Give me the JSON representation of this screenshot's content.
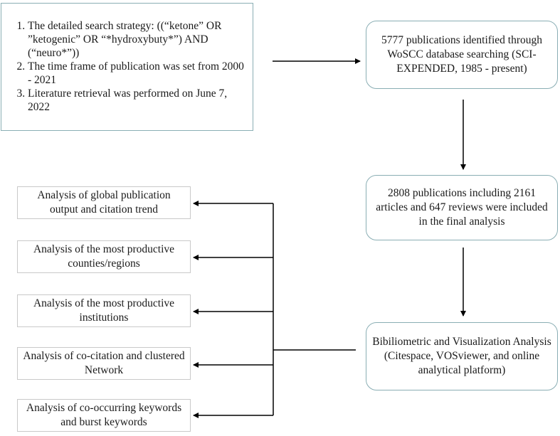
{
  "criteria": {
    "items": [
      "The detailed search strategy: ((“ketone” OR ”ketogenic” OR “*hydroxybuty*”) AND (“neuro*”))",
      "The time frame of publication was set from 2000 - 2021",
      "Literature retrieval was performed on June 7, 2022"
    ]
  },
  "flow": {
    "identified": "5777 publications identified through WoSCC database searching (SCI-EXPENDED, 1985 - present)",
    "included": "2808 publications including 2161 articles and 647 reviews were included in the final analysis",
    "analysis": "Bibiliometric and Visualization Analysis (Citespace, VOSviewer, and online analytical platform)"
  },
  "outputs": [
    "Analysis of global publication output and citation trend",
    "Analysis of the most productive counties/regions",
    "Analysis of the most productive institutions",
    "Analysis of co-citation and clustered Network",
    "Analysis of co-occurring keywords and burst keywords"
  ],
  "colors": {
    "box_border": "#8aaeb4",
    "output_border": "#c9c9c9",
    "arrow": "#000000"
  }
}
